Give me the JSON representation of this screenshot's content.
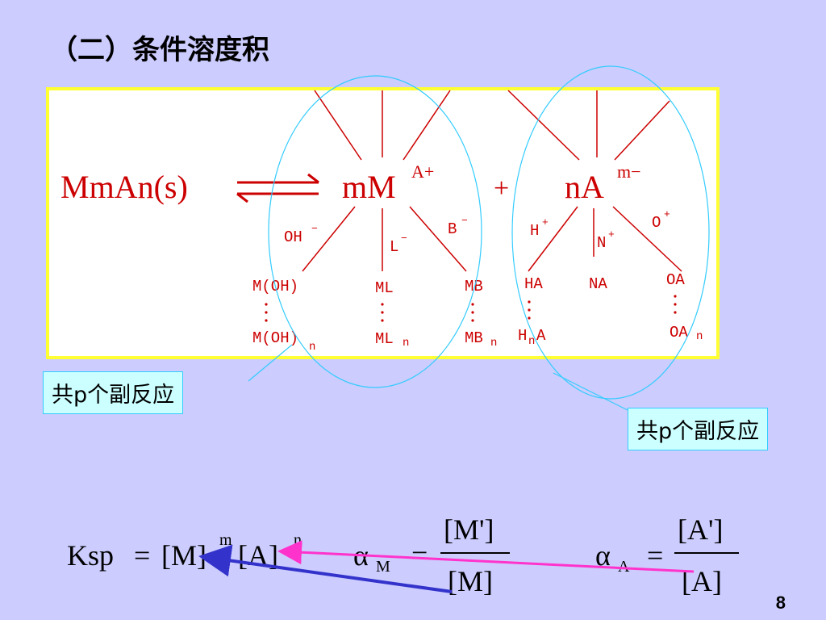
{
  "slide": {
    "title": "（二）条件溶度积",
    "page_number": "8"
  },
  "reaction": {
    "solid": "MmAn(s)",
    "cation": "mM",
    "cation_charge": "A+",
    "plus": "+",
    "anion": "nA",
    "anion_charge": "m−",
    "cation_side": {
      "ligand_oh": "OH",
      "ligand_oh_sup": "−",
      "ligand_l": "L",
      "ligand_l_sup": "−",
      "ligand_b": "B",
      "ligand_b_sup": "−",
      "product_moh": "M(OH)",
      "product_mohn": "M(OH)",
      "product_mohn_sub": "n",
      "product_ml": "ML",
      "product_mln": "ML",
      "product_mln_sub": "n",
      "product_mb": "MB",
      "product_mbn": "MB",
      "product_mbn_sub": "n"
    },
    "anion_side": {
      "ligand_h": "H",
      "ligand_h_sup": "+",
      "ligand_n": "N",
      "ligand_n_sup": "+",
      "ligand_o": "O",
      "ligand_o_sup": "+",
      "product_ha": "HA",
      "product_hna_h": "H",
      "product_hna_sub": "n",
      "product_hna_a": "A",
      "product_na": "NA",
      "product_oa": "OA",
      "product_oan": "OA",
      "product_oan_sub": "n"
    }
  },
  "callouts": {
    "left": "共p个副反应",
    "right": "共p个副反应"
  },
  "formula": {
    "ksp": "Ksp",
    "eq": "=",
    "m_bracket": "[M]",
    "m_exp": "m",
    "a_bracket": "[A]",
    "a_exp": "n",
    "alpha": "α",
    "sub_m": "M",
    "num_m": "[M']",
    "den_m": "[M]",
    "sub_a": "A",
    "num_a": "[A']",
    "den_a": "[A]"
  },
  "colors": {
    "background": "#ccccff",
    "panel_border": "#ffff33",
    "reaction_text": "#cc0000",
    "ellipse": "#33ccff",
    "pink_arrow": "#ff33cc",
    "blue_arrow": "#3333cc"
  }
}
